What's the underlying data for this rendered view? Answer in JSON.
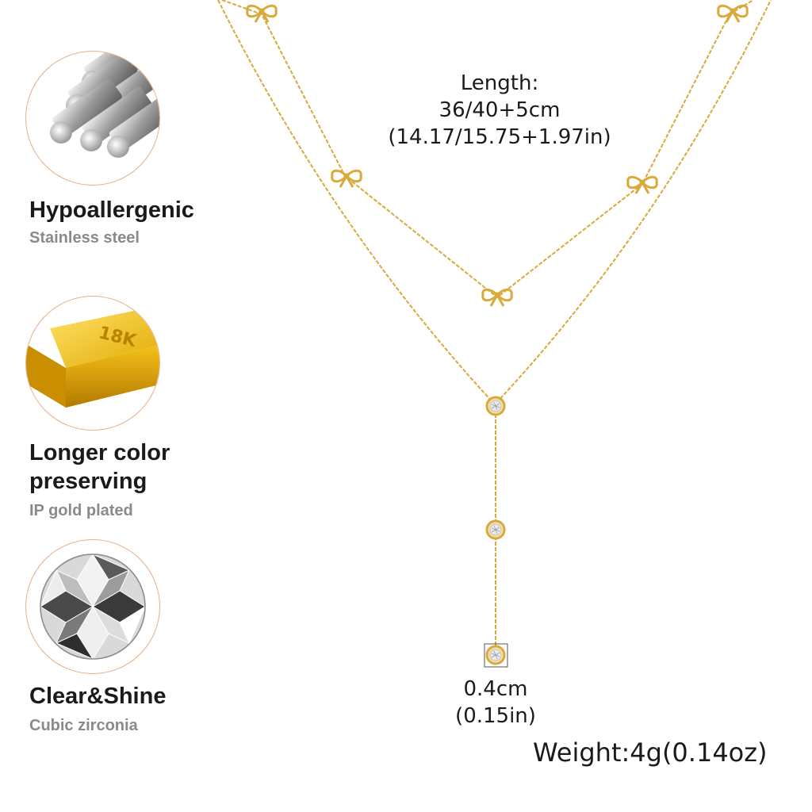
{
  "features": [
    {
      "icon": "steel-rods-icon",
      "title": "Hypoallergenic",
      "subtitle": "Stainless steel"
    },
    {
      "icon": "gold-bar-icon",
      "title_line1": "Longer color",
      "title_line2": "preserving",
      "subtitle": "IP gold plated",
      "engraving": "18K"
    },
    {
      "icon": "diamond-icon",
      "title": "Clear&Shine",
      "subtitle": "Cubic zirconia"
    }
  ],
  "product": {
    "length_heading": "Length:",
    "length_cm": "36/40+5cm",
    "length_in": "(14.17/15.75+1.97in)",
    "stone_size_cm": "0.4cm",
    "stone_size_in": "(0.15in)",
    "weight": "Weight:4g(0.14oz)"
  },
  "colors": {
    "gold": "#d9a93a",
    "circle_border": "#e8b08a",
    "subtitle_gray": "#8a8a8a"
  }
}
